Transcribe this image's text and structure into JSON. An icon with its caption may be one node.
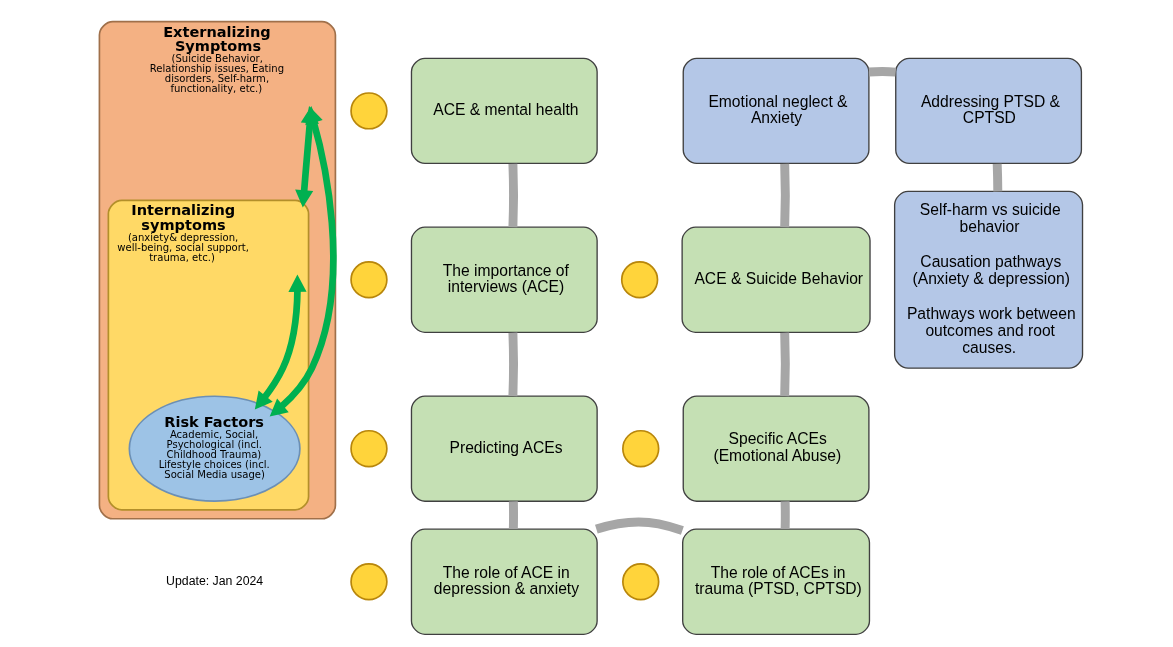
{
  "diagram": {
    "nodes": [
      {
        "text": [
          "Externalizing Symptoms",
          "(Suicide Behavior, Relationship issues, Eating disorders, Self-harm, functionality, etc.)"
        ]
      },
      {
        "text": [
          "Internalizing symptoms",
          "(anxiety& depression, well-being, social support, trauma, etc.)"
        ],
        "in": 0
      },
      {
        "text": [
          "Risk Factors",
          "Academic, Social, Psychological (incl. Childhood Trauma)",
          "Lifestyle choices (incl. Social Media usage)"
        ],
        "in": 1
      },
      {
        "text": [],
        "shape": "circle"
      },
      {
        "text": [
          "ACE & mental health"
        ]
      },
      {
        "text": [],
        "shape": "circle"
      },
      {
        "text": [
          "The importance of interviews (ACE)"
        ]
      },
      {
        "text": [],
        "shape": "circle"
      },
      {
        "text": [
          "Predicting ACEs"
        ]
      },
      {
        "text": [],
        "shape": "circle"
      },
      {
        "text": [
          "The role of ACE in depression & anxiety"
        ]
      },
      {
        "text": [
          "Emotional neglect & Anxiety"
        ]
      },
      {
        "text": [],
        "shape": "circle"
      },
      {
        "text": [
          "ACE & Suicide Behavior"
        ]
      },
      {
        "text": [],
        "shape": "circle"
      },
      {
        "text": [
          "Specific ACEs (Emotional Abuse)"
        ]
      },
      {
        "text": [],
        "shape": "circle"
      },
      {
        "text": [
          "The role of ACEs in trauma (PTSD, CPTSD)"
        ]
      },
      {
        "text": [
          "Addressing PTSD & CPTSD"
        ]
      },
      {
        "text": [
          "Self-harm vs suicide behavior",
          "Causation pathways (Anxiety & depression)",
          "Pathways work between outcomes and root causes."
        ]
      }
    ],
    "edges": [
      {
        "from": 0,
        "to": 1,
        "arrow": "both",
        "color": "#00b050"
      },
      {
        "from": 0,
        "to": 2,
        "arrow": "both",
        "color": "#00b050"
      },
      {
        "from": 1,
        "to": 2,
        "arrow": "both",
        "color": "#00b050"
      },
      {
        "from": 4,
        "to": 6,
        "arrow": "none"
      },
      {
        "from": 6,
        "to": 8,
        "arrow": "none"
      },
      {
        "from": 8,
        "to": 10,
        "arrow": "none"
      },
      {
        "from": 10,
        "to": 17,
        "arrow": "none"
      },
      {
        "from": 17,
        "to": 15,
        "arrow": "none"
      },
      {
        "from": 15,
        "to": 13,
        "arrow": "none"
      },
      {
        "from": 13,
        "to": 11,
        "arrow": "none"
      },
      {
        "from": 11,
        "to": 18,
        "arrow": "none"
      },
      {
        "from": 18,
        "to": 19,
        "arrow": "none"
      }
    ],
    "labels": [
      "Update: Jan 2024"
    ]
  }
}
